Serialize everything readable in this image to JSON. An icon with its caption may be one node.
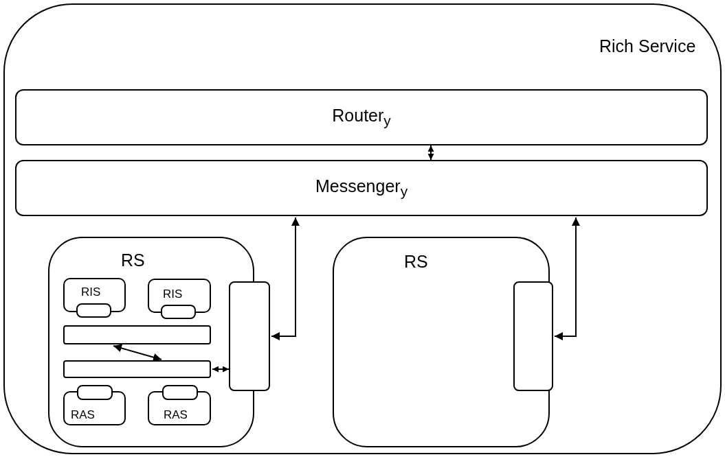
{
  "diagram": {
    "nodes": [
      {
        "text": [
          "Rich Service"
        ]
      },
      {
        "text": [
          "Router$_{y}$"
        ],
        "in": 0
      },
      {
        "text": [
          "Messenger$_{y}$"
        ],
        "in": 0
      },
      {
        "text": [
          "RS"
        ],
        "in": 0
      },
      {
        "text": [
          "RIS"
        ],
        "in": 3
      },
      {
        "text": [],
        "shape": "box",
        "in": 3
      },
      {
        "text": [
          "RIS"
        ],
        "in": 3
      },
      {
        "text": [],
        "shape": "box",
        "in": 3
      },
      {
        "text": [],
        "shape": "bar",
        "in": 3
      },
      {
        "text": [],
        "shape": "bar",
        "in": 3
      },
      {
        "text": [],
        "shape": "box",
        "in": 3
      },
      {
        "text": [
          "RAS"
        ],
        "in": 3
      },
      {
        "text": [],
        "shape": "box",
        "in": 3
      },
      {
        "text": [
          "RAS"
        ],
        "in": 3
      },
      {
        "text": [],
        "shape": "box",
        "in": 0
      },
      {
        "text": [
          "RS"
        ],
        "in": 0
      },
      {
        "text": [],
        "shape": "box",
        "in": 0
      }
    ],
    "edges": [
      {
        "from": 1,
        "to": 2,
        "arrow": "both"
      },
      {
        "from": 8,
        "to": 9,
        "arrow": "both"
      },
      {
        "from": 9,
        "to": 14,
        "arrow": "both"
      },
      {
        "from": 14,
        "to": 2,
        "arrow": "both"
      },
      {
        "from": 16,
        "to": 2,
        "arrow": "both"
      }
    ]
  }
}
